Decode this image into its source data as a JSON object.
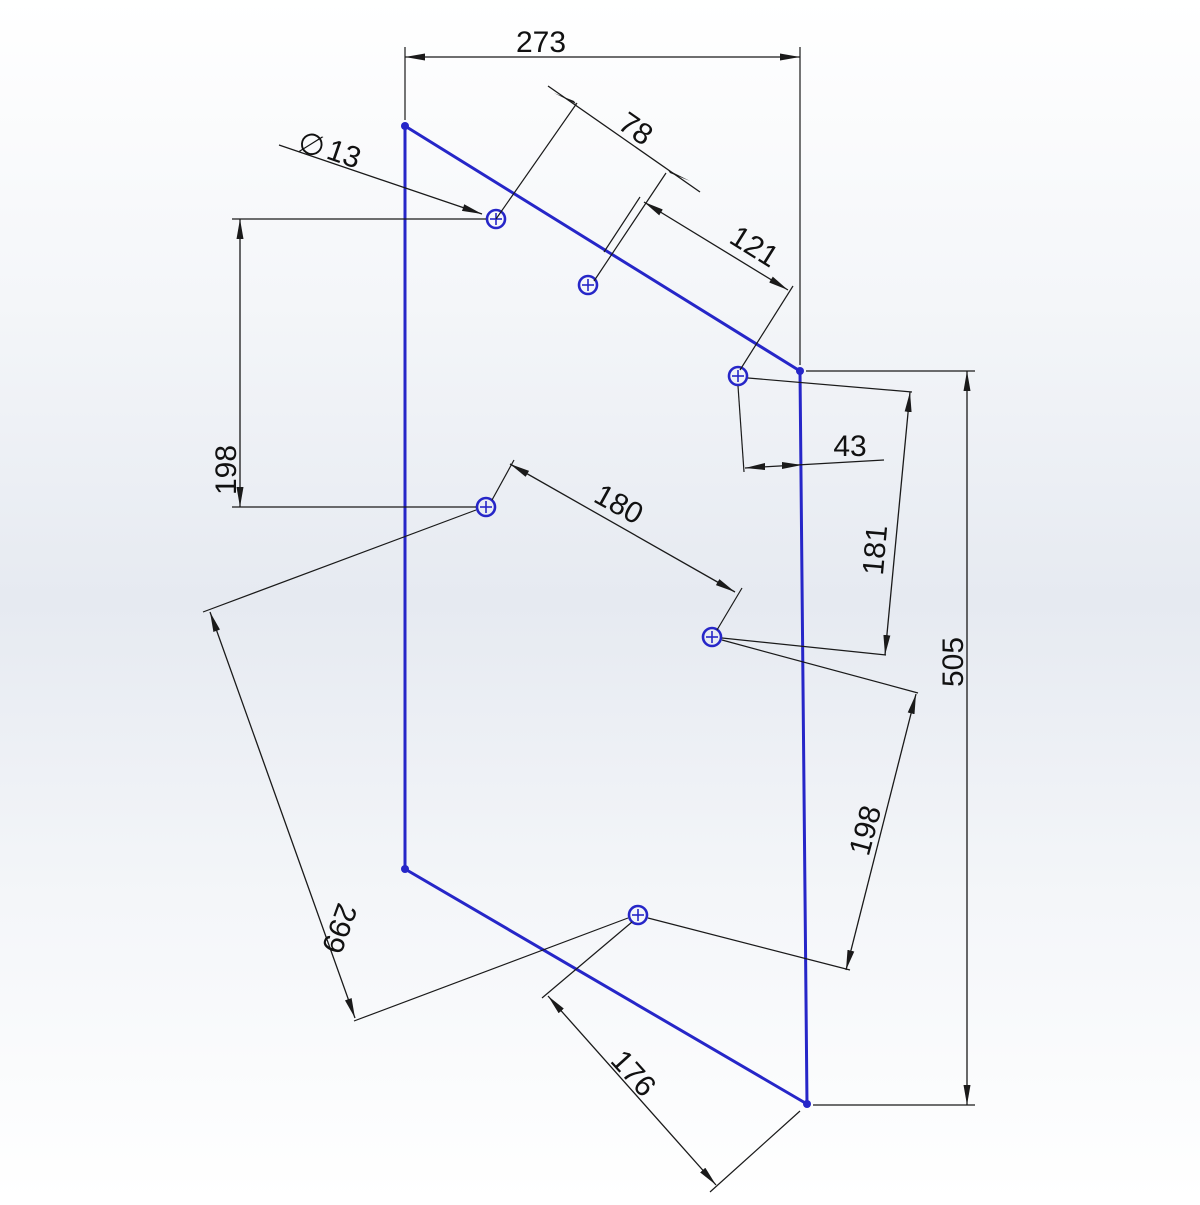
{
  "colors": {
    "sketch_line": "#2626c8",
    "dimension_line": "#1a1a1a",
    "text": "#111111"
  },
  "dimensions": {
    "width_top": "273",
    "perp_78": "78",
    "perp_121": "121",
    "hole_diameter_value": "13",
    "hole_diameter_symbol": "∅",
    "vertical_198_left": "198",
    "offset_43": "43",
    "center_180": "180",
    "vertical_181": "181",
    "height_505": "505",
    "center_198_right": "198",
    "center_299": "299",
    "perp_176": "176"
  }
}
